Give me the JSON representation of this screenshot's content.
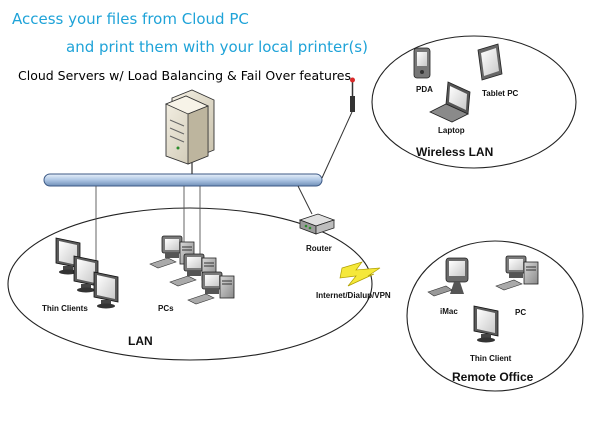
{
  "header": {
    "line1": "Access your files from Cloud PC",
    "line2": "and print them with your local printer(s)",
    "subtitle": "Cloud Servers w/ Load Balancing & Fail Over features"
  },
  "wireless_lan": {
    "title": "Wireless LAN",
    "pda": "PDA",
    "tablet": "Tablet PC",
    "laptop": "Laptop"
  },
  "lan": {
    "title": "LAN",
    "thin_clients": "Thin Clients",
    "pcs": "PCs"
  },
  "router": {
    "label": "Router"
  },
  "link": {
    "label": "Internet/Dialup/VPN"
  },
  "remote_office": {
    "title": "Remote Office",
    "imac": "iMac",
    "pc": "PC",
    "thin_client": "Thin Client"
  }
}
